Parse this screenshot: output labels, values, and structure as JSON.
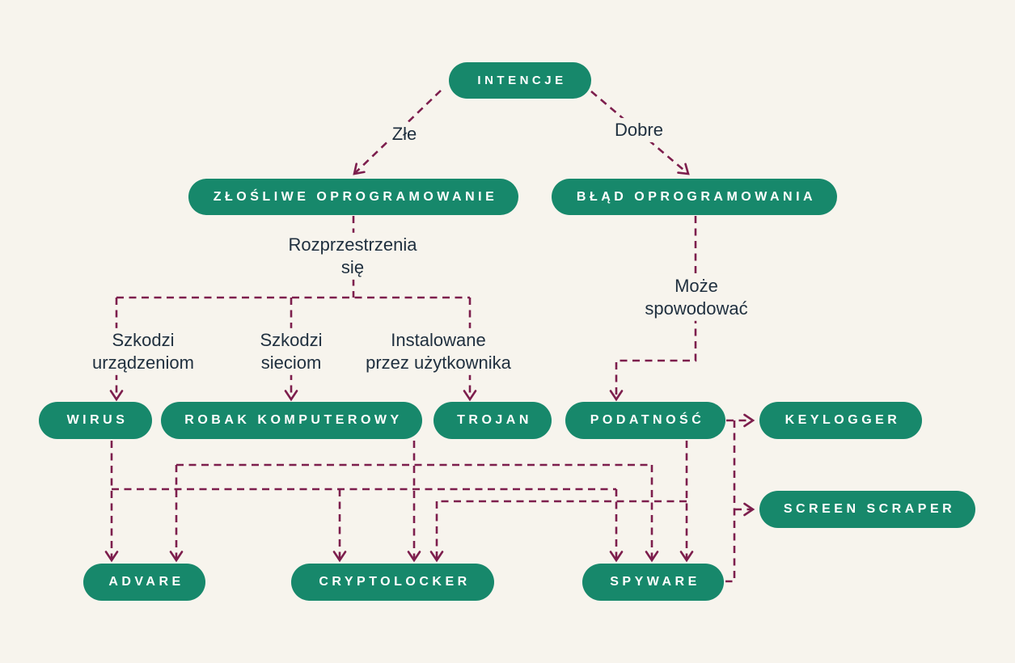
{
  "diagram": {
    "background": "#f7f4ed",
    "node_color": "#17886b",
    "node_text_color": "#ffffff",
    "edge_color": "#7d1e4d",
    "label_text_color": "#20303f"
  },
  "nodes": {
    "intencje": {
      "label": "INTENCJE"
    },
    "zlosliwe": {
      "label": "ZŁOŚLIWE OPROGRAMOWANIE"
    },
    "blad": {
      "label": "BŁĄD OPROGRAMOWANIA"
    },
    "wirus": {
      "label": "WIRUS"
    },
    "robak": {
      "label": "ROBAK KOMPUTEROWY"
    },
    "trojan": {
      "label": "TROJAN"
    },
    "podatnosc": {
      "label": "PODATNOŚĆ"
    },
    "keylogger": {
      "label": "KEYLOGGER"
    },
    "screen_scraper": {
      "label": "SCREEN SCRAPER"
    },
    "advare": {
      "label": "ADVARE"
    },
    "cryptolocker": {
      "label": "CRYPTOLOCKER"
    },
    "spyware": {
      "label": "SPYWARE"
    }
  },
  "edge_labels": {
    "zle": {
      "text": "Złe"
    },
    "dobre": {
      "text": "Dobre"
    },
    "rozprzestrzenia": {
      "text": "Rozprzestrzenia\nsię"
    },
    "szkodzi_urzadzeniom": {
      "text": "Szkodzi\nurządzeniom"
    },
    "szkodzi_sieciom": {
      "text": "Szkodzi\nsieciom"
    },
    "instalowane": {
      "text": "Instalowane\nprzez użytkownika"
    },
    "moze_spowodowac": {
      "text": "Może\nspowodować"
    }
  },
  "edges": [
    {
      "from": "INTENCJE",
      "to": "ZŁOŚLIWE OPROGRAMOWANIE",
      "label": "Złe"
    },
    {
      "from": "INTENCJE",
      "to": "BŁĄD OPROGRAMOWANIA",
      "label": "Dobre"
    },
    {
      "from": "ZŁOŚLIWE OPROGRAMOWANIE",
      "to": "WIRUS",
      "label": "Rozprzestrzenia się — Szkodzi urządzeniom"
    },
    {
      "from": "ZŁOŚLIWE OPROGRAMOWANIE",
      "to": "ROBAK KOMPUTEROWY",
      "label": "Rozprzestrzenia się — Szkodzi sieciom"
    },
    {
      "from": "ZŁOŚLIWE OPROGRAMOWANIE",
      "to": "TROJAN",
      "label": "Rozprzestrzenia się — Instalowane przez użytkownika"
    },
    {
      "from": "BŁĄD OPROGRAMOWANIA",
      "to": "PODATNOŚĆ",
      "label": "Może spowodować"
    },
    {
      "from": "PODATNOŚĆ",
      "to": "KEYLOGGER",
      "label": ""
    },
    {
      "from": "PODATNOŚĆ",
      "to": "SCREEN SCRAPER",
      "label": ""
    },
    {
      "from": "PODATNOŚĆ",
      "to": "SPYWARE",
      "label": ""
    },
    {
      "from": "PODATNOŚĆ",
      "to": "CRYPTOLOCKER",
      "label": ""
    },
    {
      "from": "WIRUS",
      "to": "ADVARE",
      "label": ""
    },
    {
      "from": "WIRUS",
      "to": "CRYPTOLOCKER",
      "label": ""
    },
    {
      "from": "WIRUS",
      "to": "SPYWARE",
      "label": ""
    },
    {
      "from": "ROBAK KOMPUTEROWY",
      "to": "ADVARE",
      "label": ""
    },
    {
      "from": "ROBAK KOMPUTEROWY",
      "to": "CRYPTOLOCKER",
      "label": ""
    },
    {
      "from": "ROBAK KOMPUTEROWY",
      "to": "SPYWARE",
      "label": ""
    },
    {
      "from": "SPYWARE",
      "to": "KEYLOGGER",
      "label": ""
    },
    {
      "from": "SPYWARE",
      "to": "SCREEN SCRAPER",
      "label": ""
    }
  ]
}
